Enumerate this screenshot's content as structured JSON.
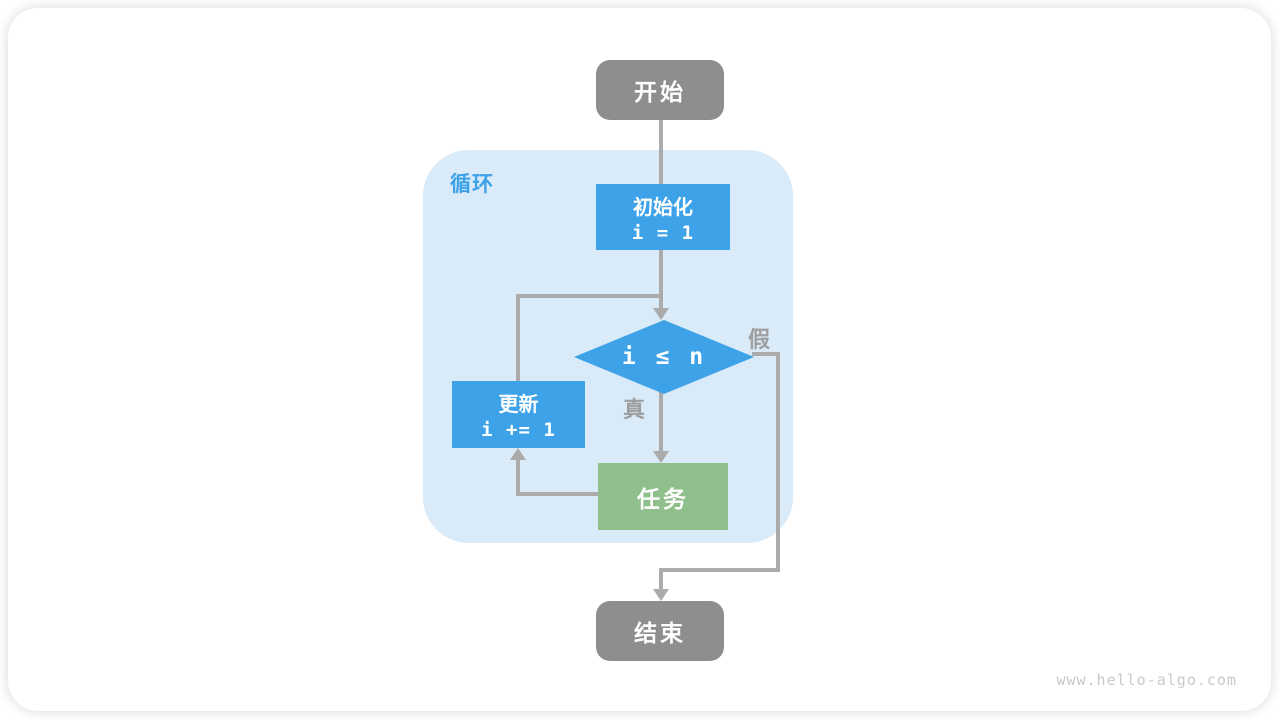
{
  "diagram": {
    "loop_label": "循环",
    "nodes": {
      "start": "开始",
      "init_title": "初始化",
      "init_code": "i = 1",
      "condition": "i ≤ n",
      "update_title": "更新",
      "update_code": "i += 1",
      "task": "任务",
      "end": "结束"
    },
    "edge_labels": {
      "true": "真",
      "false": "假"
    },
    "colors": {
      "blue": "#3EA2E8",
      "light_blue": "#D9EAF8",
      "green": "#8FBF8B",
      "gray_node": "#8E8E8E",
      "line": "#ABABAB",
      "label": "#9E9E9E"
    }
  },
  "watermark": "www.hello-algo.com"
}
